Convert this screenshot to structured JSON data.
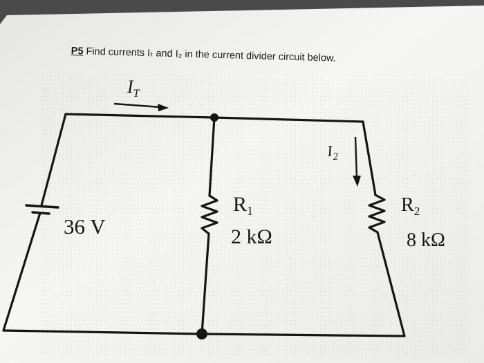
{
  "problem": {
    "number": "P5",
    "text": " Find currents Iₜ and I₂ in the current divider circuit below."
  },
  "circuit": {
    "source_label": "36 V",
    "total_current_label": "I",
    "total_current_sub": "T",
    "branch_current_label": "I",
    "branch_current_sub": "2",
    "r1_name": "R",
    "r1_sub": "1",
    "r1_value": "2 kΩ",
    "r2_name": "R",
    "r2_sub": "2",
    "r2_value": "8 kΩ"
  },
  "colors": {
    "paper": "#f4f4f2",
    "ink": "#151515",
    "background": "#4a4a4a"
  }
}
